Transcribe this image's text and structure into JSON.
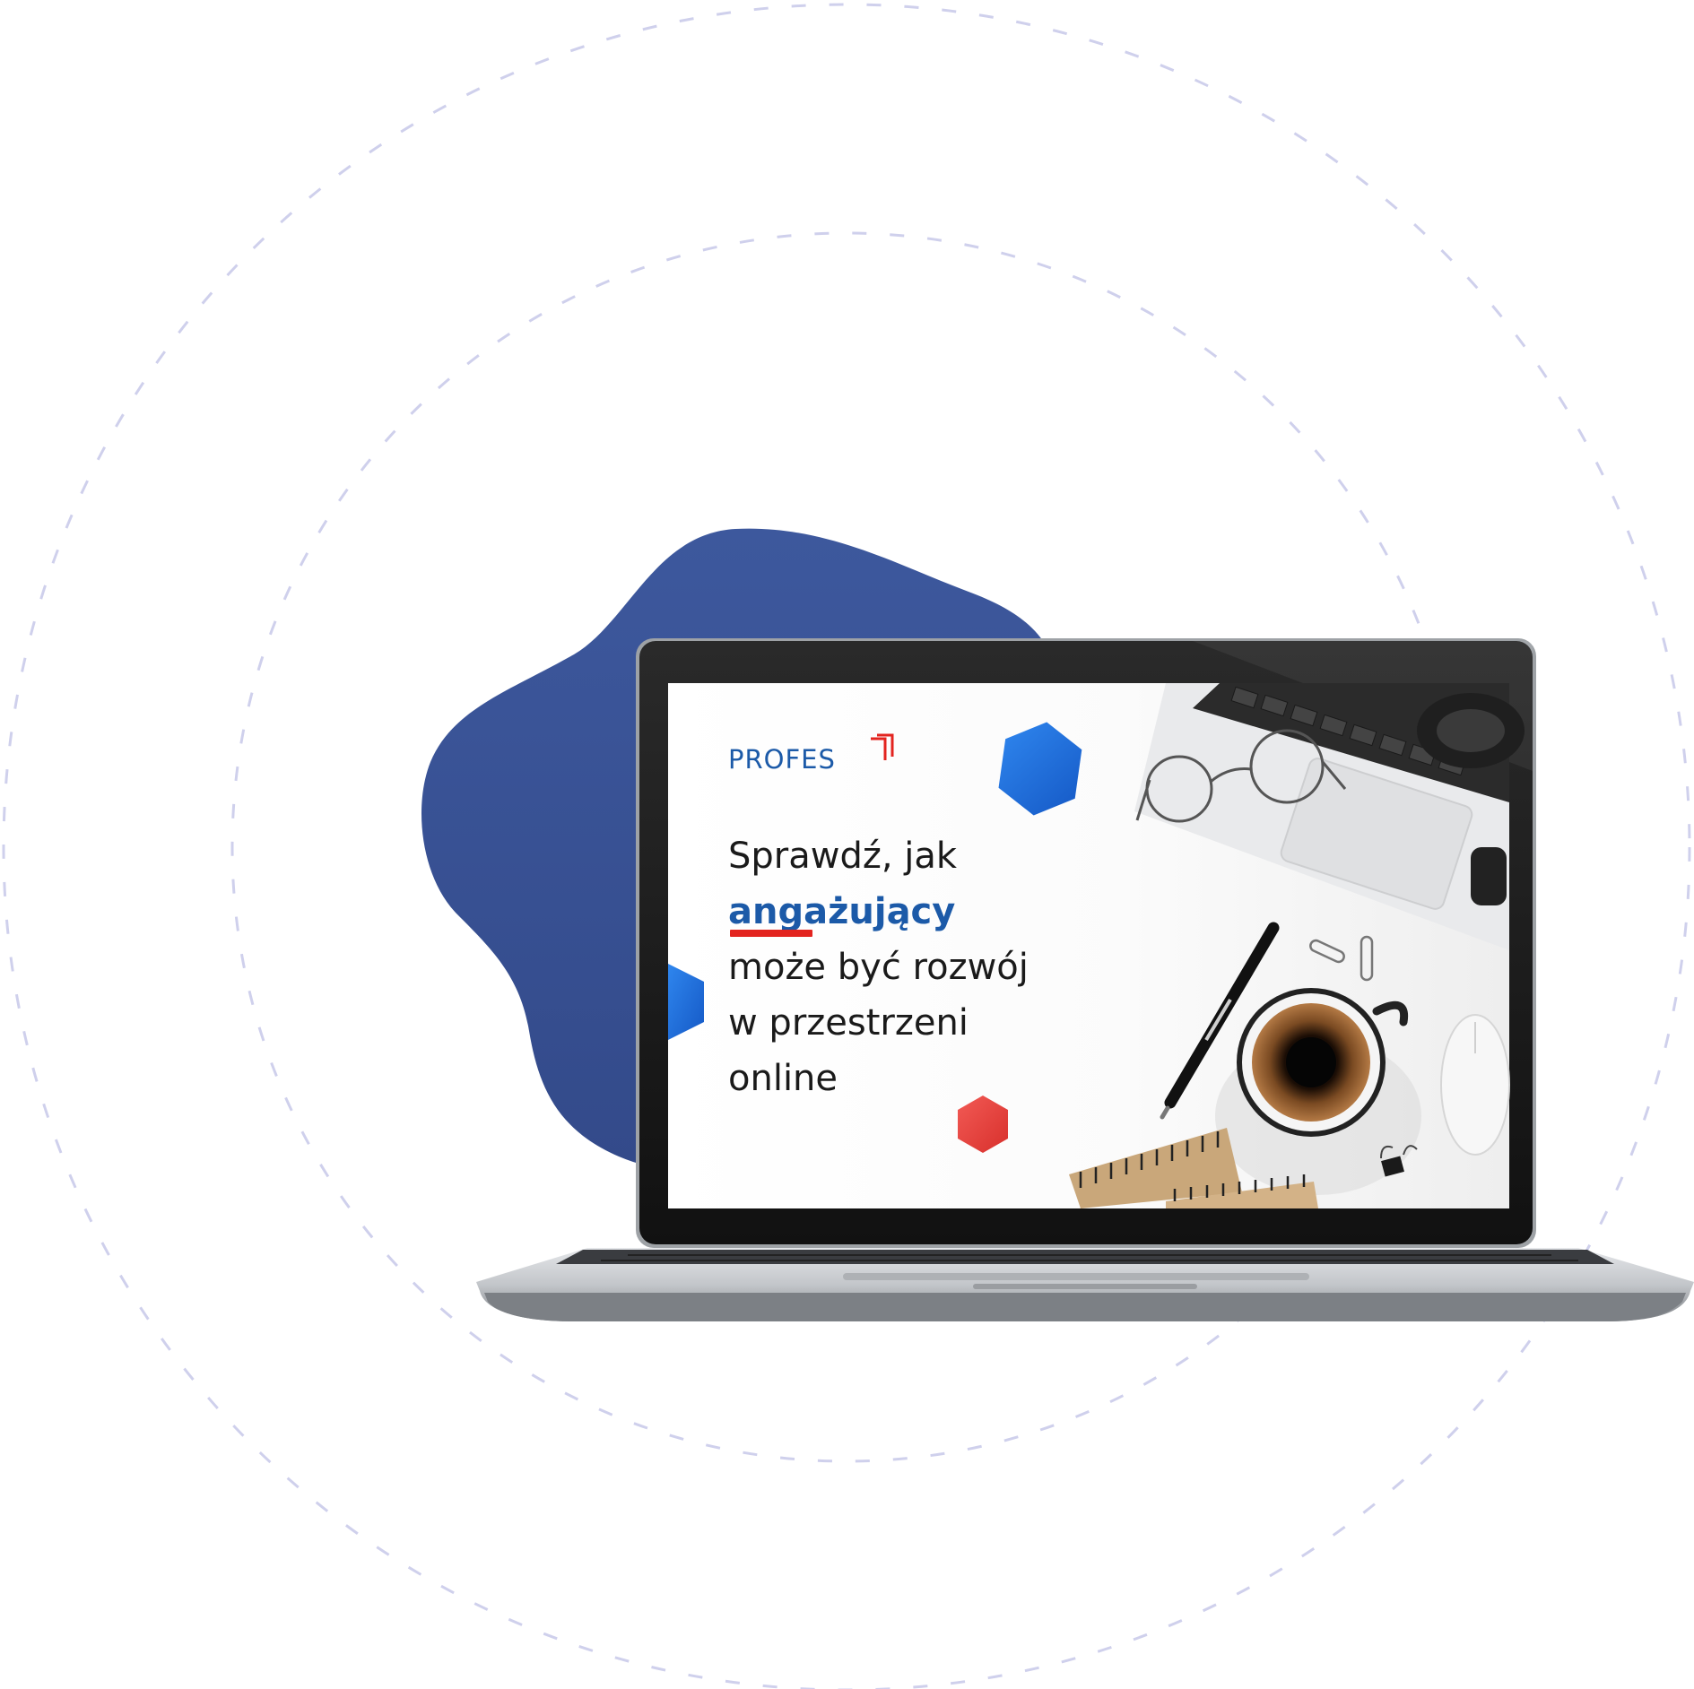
{
  "brand": {
    "name": "PROFES",
    "primary_color": "#1c5aa8",
    "accent_color": "#e3241f"
  },
  "headline": {
    "line1": "Sprawdź, jak",
    "highlight": "angażujący",
    "line3": "może być rozwój",
    "line4": "w przestrzeni",
    "line5": "online"
  },
  "colors": {
    "blob": "#3a5396",
    "hexagon_blue": "#1f6fd6",
    "hexagon_red": "#e8413d",
    "laptop_bezel": "#1a1a1a",
    "laptop_body": "#b9bcc1",
    "dashed_circle": "#c8c9e8"
  },
  "icons": [
    "profes-arrows-icon",
    "glasses-icon",
    "pen-icon",
    "coffee-cup-icon",
    "mouse-icon",
    "notebook-icon",
    "paperclip-icon",
    "keyboard-icon",
    "headphones-icon",
    "binder-clip-icon"
  ]
}
